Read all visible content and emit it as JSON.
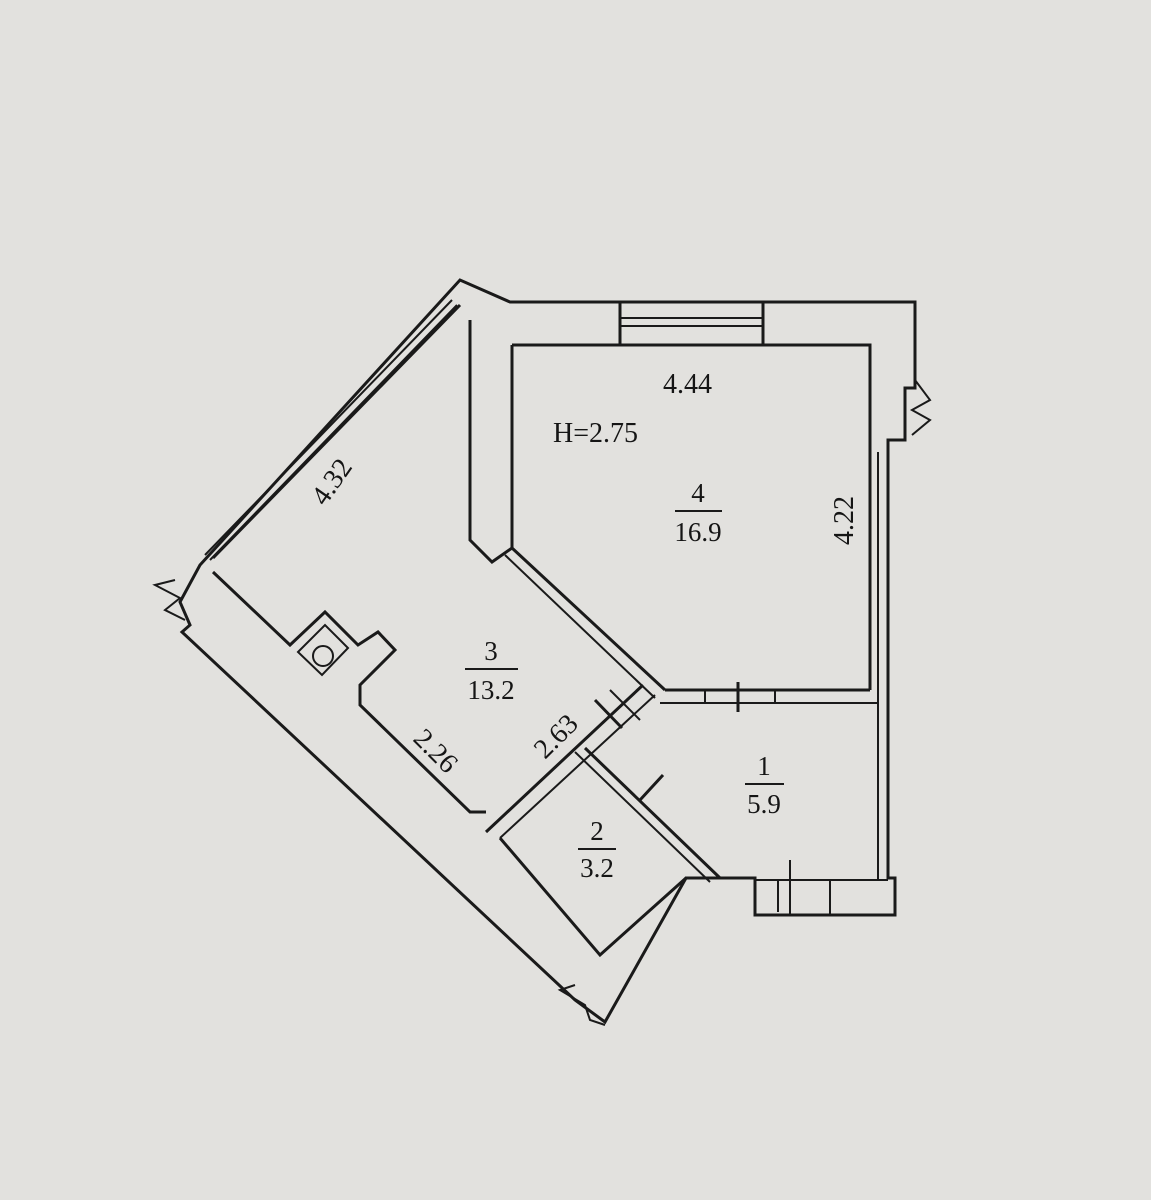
{
  "plan": {
    "ceiling_height": "H=2.75",
    "dimensions": {
      "room4_width": "4.44",
      "room4_height": "4.22",
      "room3_window_wall": "4.32",
      "room3_bottom_wall": "2.26",
      "room3_inner_wall": "2.63"
    },
    "rooms": [
      {
        "number": "4",
        "area": "16.9"
      },
      {
        "number": "3",
        "area": "13.2"
      },
      {
        "number": "1",
        "area": "5.9"
      },
      {
        "number": "2",
        "area": "3.2"
      }
    ]
  }
}
